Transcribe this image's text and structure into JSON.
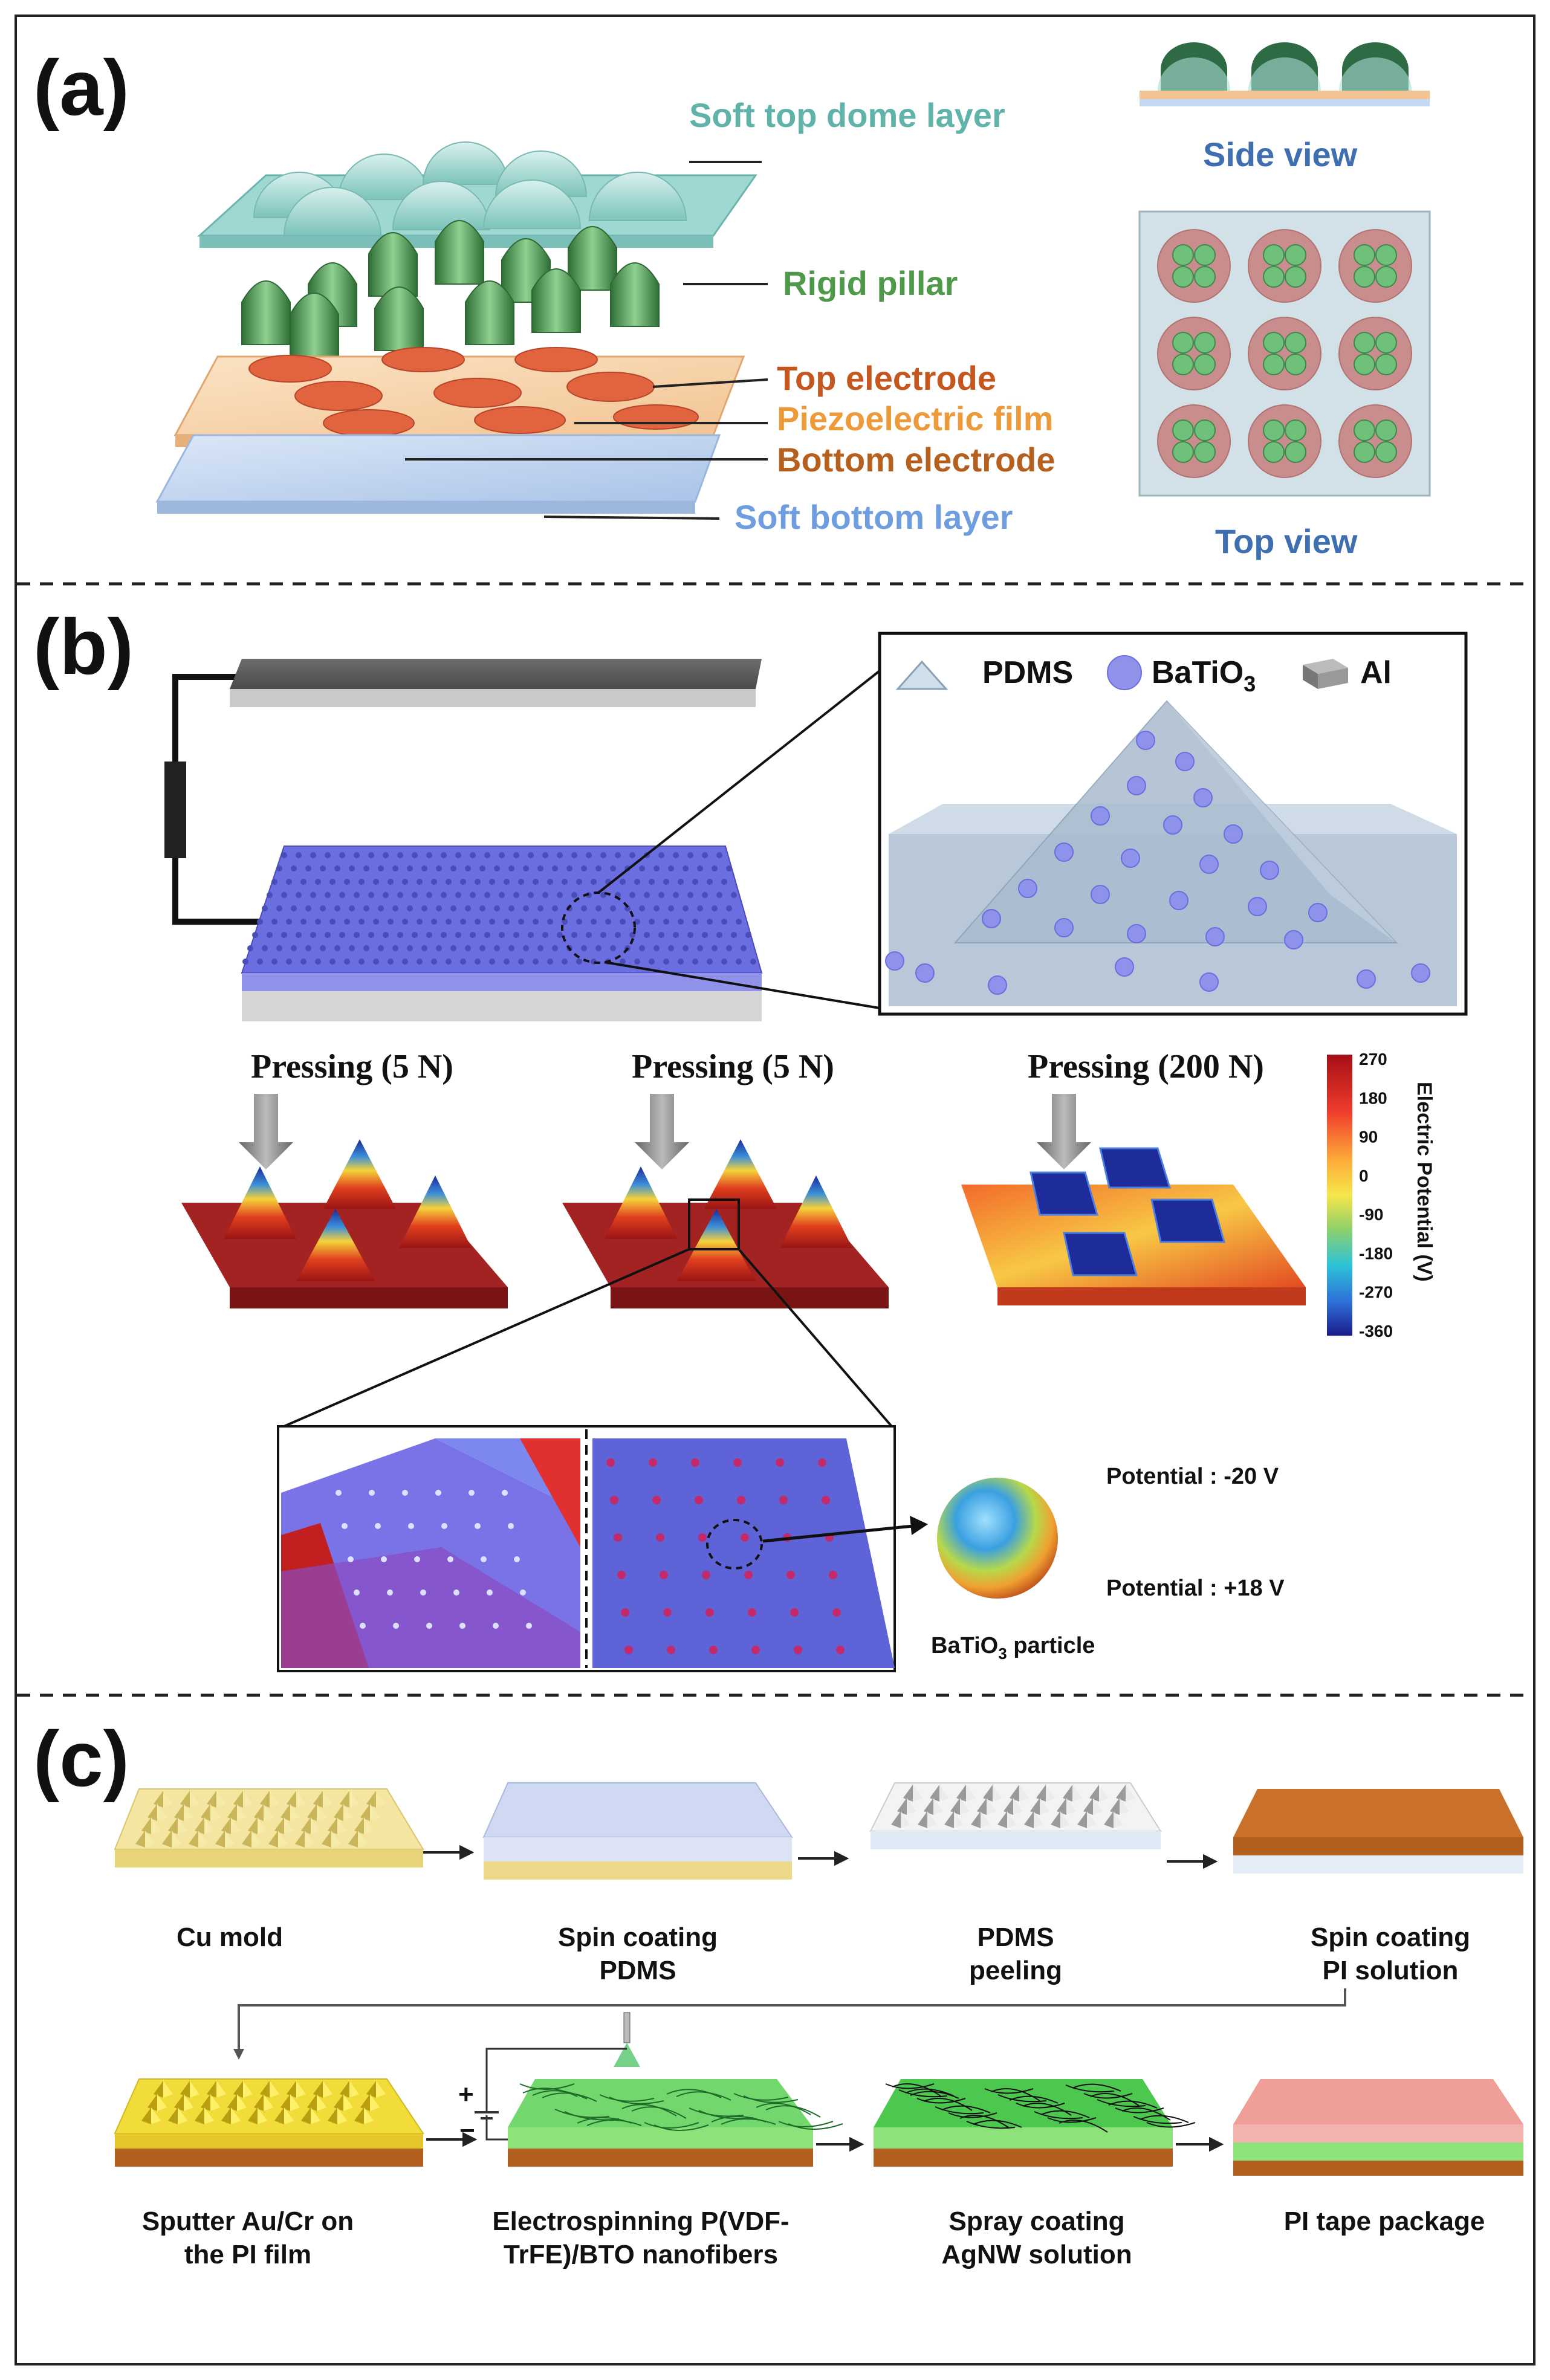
{
  "panel_a": {
    "label": "(a)",
    "layers": {
      "soft_top_dome": "Soft top dome layer",
      "rigid_pillar": "Rigid pillar",
      "top_electrode": "Top electrode",
      "piezo_film": "Piezoelectric film",
      "bottom_electrode": "Bottom electrode",
      "soft_bottom": "Soft bottom layer"
    },
    "side_view": "Side view",
    "top_view": "Top view"
  },
  "panel_b": {
    "label": "(b)",
    "legend": {
      "pdms": "PDMS",
      "batio3": "BaTiO",
      "batio3_sub": "3",
      "al": "Al"
    },
    "pressing": [
      "Pressing (5 N)",
      "Pressing (5 N)",
      "Pressing (200 N)"
    ],
    "colorbar": {
      "title": "Electric Potential (V)",
      "ticks": [
        "270",
        "180",
        "90",
        "0",
        "-90",
        "-180",
        "-270",
        "-360"
      ]
    },
    "potential_top": "Potential : -20 V",
    "potential_bottom": "Potential : +18 V",
    "particle": "BaTiO",
    "particle_sub": "3",
    "particle_suffix": " particle"
  },
  "panel_c": {
    "label": "(c)",
    "steps_row1": [
      [
        "Cu mold",
        ""
      ],
      [
        "Spin coating",
        "PDMS"
      ],
      [
        "PDMS",
        "peeling"
      ],
      [
        "Spin coating",
        "PI solution"
      ]
    ],
    "steps_row2": [
      [
        "Sputter Au/Cr on",
        "the PI film"
      ],
      [
        "Electrospinning P(VDF-",
        "TrFE)/BTO nanofibers"
      ],
      [
        "Spray coating",
        "AgNW solution"
      ],
      [
        "PI tape package",
        ""
      ]
    ],
    "plus": "+",
    "minus": "−"
  },
  "colors": {
    "dome": "#a9dcd6",
    "pillar": "#4f9a55",
    "electrode": "#d85a38",
    "piezo": "#f7d6ad",
    "bottom_layer": "#c3d8f1",
    "label_green": "#4e9a4a",
    "label_orange": "#c56a22",
    "label_blue": "#3f6fb1",
    "pdms_purple": "#6b6ee0",
    "cu_yellow": "#f1e293",
    "pi_orange": "#c9712a",
    "green_fiber": "#6fd36a",
    "pink": "#ee9f98"
  }
}
